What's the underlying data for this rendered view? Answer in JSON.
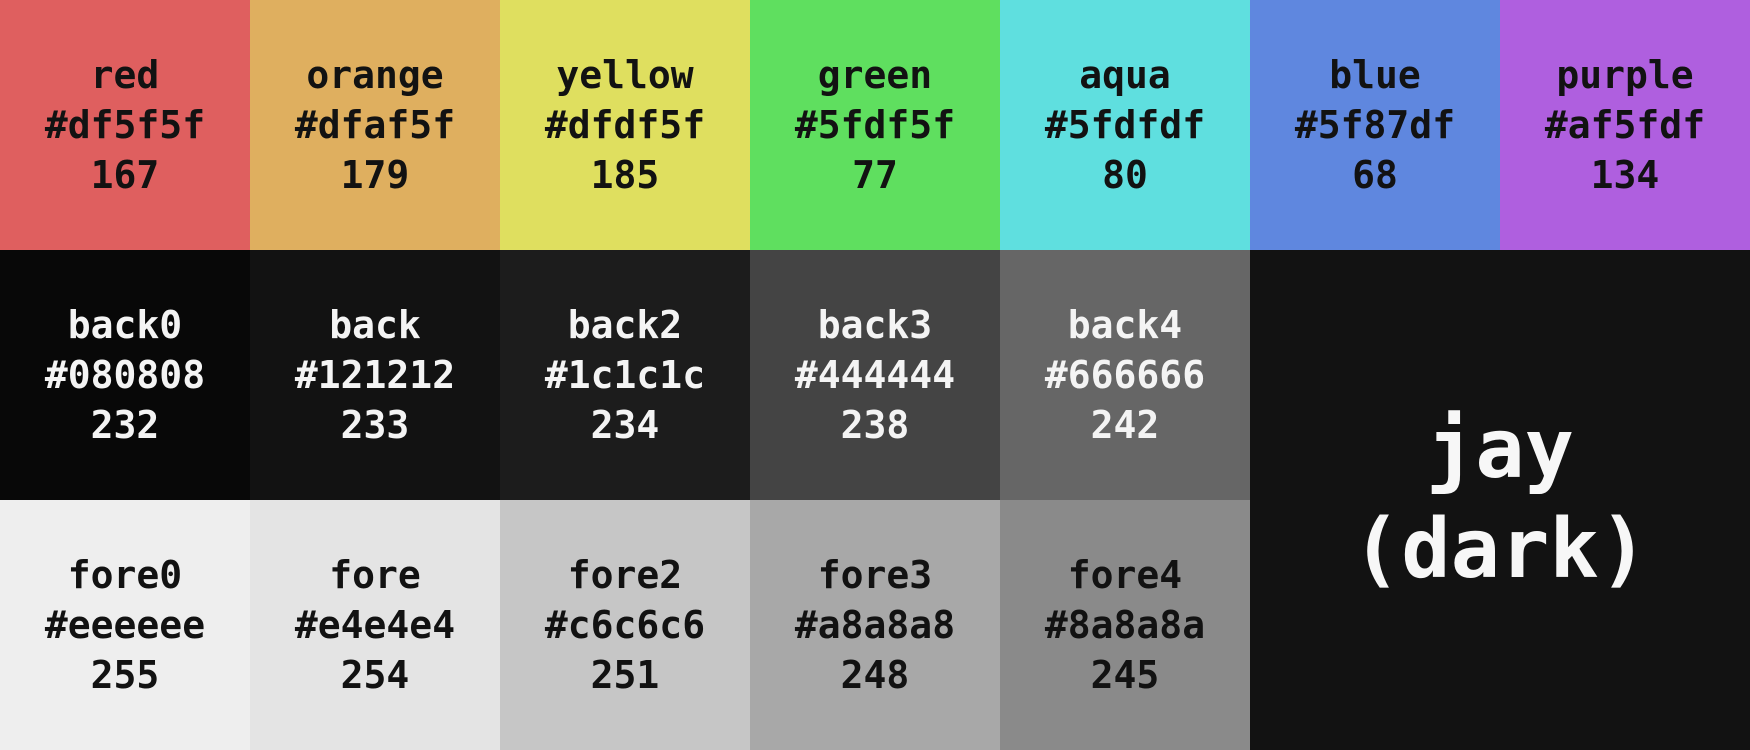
{
  "swatches": [
    {
      "id": "red",
      "name": "red",
      "hex": "#df5f5f",
      "code": "167",
      "color": "#df5f5f",
      "text_color": "#121212"
    },
    {
      "id": "orange",
      "name": "orange",
      "hex": "#dfaf5f",
      "code": "179",
      "color": "#dfaf5f",
      "text_color": "#121212"
    },
    {
      "id": "yellow",
      "name": "yellow",
      "hex": "#dfdf5f",
      "code": "185",
      "color": "#dfdf5f",
      "text_color": "#121212"
    },
    {
      "id": "green",
      "name": "green",
      "hex": "#5fdf5f",
      "code": "77",
      "color": "#5fdf5f",
      "text_color": "#121212"
    },
    {
      "id": "aqua",
      "name": "aqua",
      "hex": "#5fdfdf",
      "code": "80",
      "color": "#5fdfdf",
      "text_color": "#121212"
    },
    {
      "id": "blue",
      "name": "blue",
      "hex": "#5f87df",
      "code": "68",
      "color": "#5f87df",
      "text_color": "#121212"
    },
    {
      "id": "purple",
      "name": "purple",
      "hex": "#af5fdf",
      "code": "134",
      "color": "#af5fdf",
      "text_color": "#121212"
    },
    {
      "id": "back0",
      "name": "back0",
      "hex": "#080808",
      "code": "232",
      "color": "#080808",
      "text_color": "#f4f4f4"
    },
    {
      "id": "back",
      "name": "back",
      "hex": "#121212",
      "code": "233",
      "color": "#121212",
      "text_color": "#f4f4f4"
    },
    {
      "id": "back2",
      "name": "back2",
      "hex": "#1c1c1c",
      "code": "234",
      "color": "#1c1c1c",
      "text_color": "#f4f4f4"
    },
    {
      "id": "back3",
      "name": "back3",
      "hex": "#444444",
      "code": "238",
      "color": "#444444",
      "text_color": "#f4f4f4"
    },
    {
      "id": "back4",
      "name": "back4",
      "hex": "#666666",
      "code": "242",
      "color": "#666666",
      "text_color": "#f4f4f4"
    },
    {
      "id": "fore0",
      "name": "fore0",
      "hex": "#eeeeee",
      "code": "255",
      "color": "#eeeeee",
      "text_color": "#121212"
    },
    {
      "id": "fore",
      "name": "fore",
      "hex": "#e4e4e4",
      "code": "254",
      "color": "#e4e4e4",
      "text_color": "#121212"
    },
    {
      "id": "fore2",
      "name": "fore2",
      "hex": "#c6c6c6",
      "code": "251",
      "color": "#c6c6c6",
      "text_color": "#121212"
    },
    {
      "id": "fore3",
      "name": "fore3",
      "hex": "#a8a8a8",
      "code": "248",
      "color": "#a8a8a8",
      "text_color": "#121212"
    },
    {
      "id": "fore4",
      "name": "fore4",
      "hex": "#8a8a8a",
      "code": "245",
      "color": "#8a8a8a",
      "text_color": "#121212"
    }
  ],
  "title": {
    "line1": "jay",
    "line2": "(dark)"
  }
}
